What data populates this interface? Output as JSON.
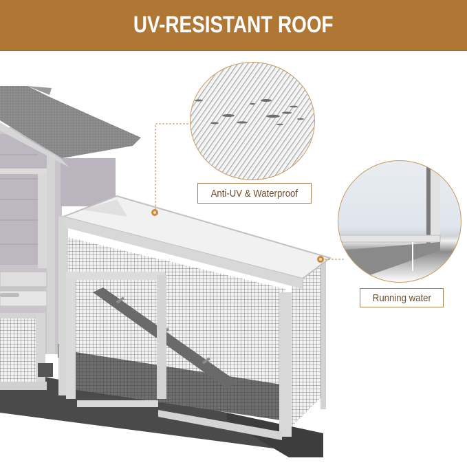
{
  "header": {
    "title": "UV-RESISTANT ROOF",
    "background_color": "#b07634",
    "text_color": "#ffffff"
  },
  "callouts": [
    {
      "label": "Anti-UV & Waterproof",
      "detail_image": "polycarbonate-roof-closeup-with-water-droplets"
    },
    {
      "label": "Running water",
      "detail_image": "roof-edge-closeup-with-water-running-off"
    }
  ],
  "colors": {
    "accent": "#b07634",
    "label_border": "#a7804f",
    "label_text": "#6b4a2a",
    "marker_dot": "#c9893e"
  },
  "product": {
    "subject": "grey-wooden-rabbit-hutch-with-run"
  }
}
